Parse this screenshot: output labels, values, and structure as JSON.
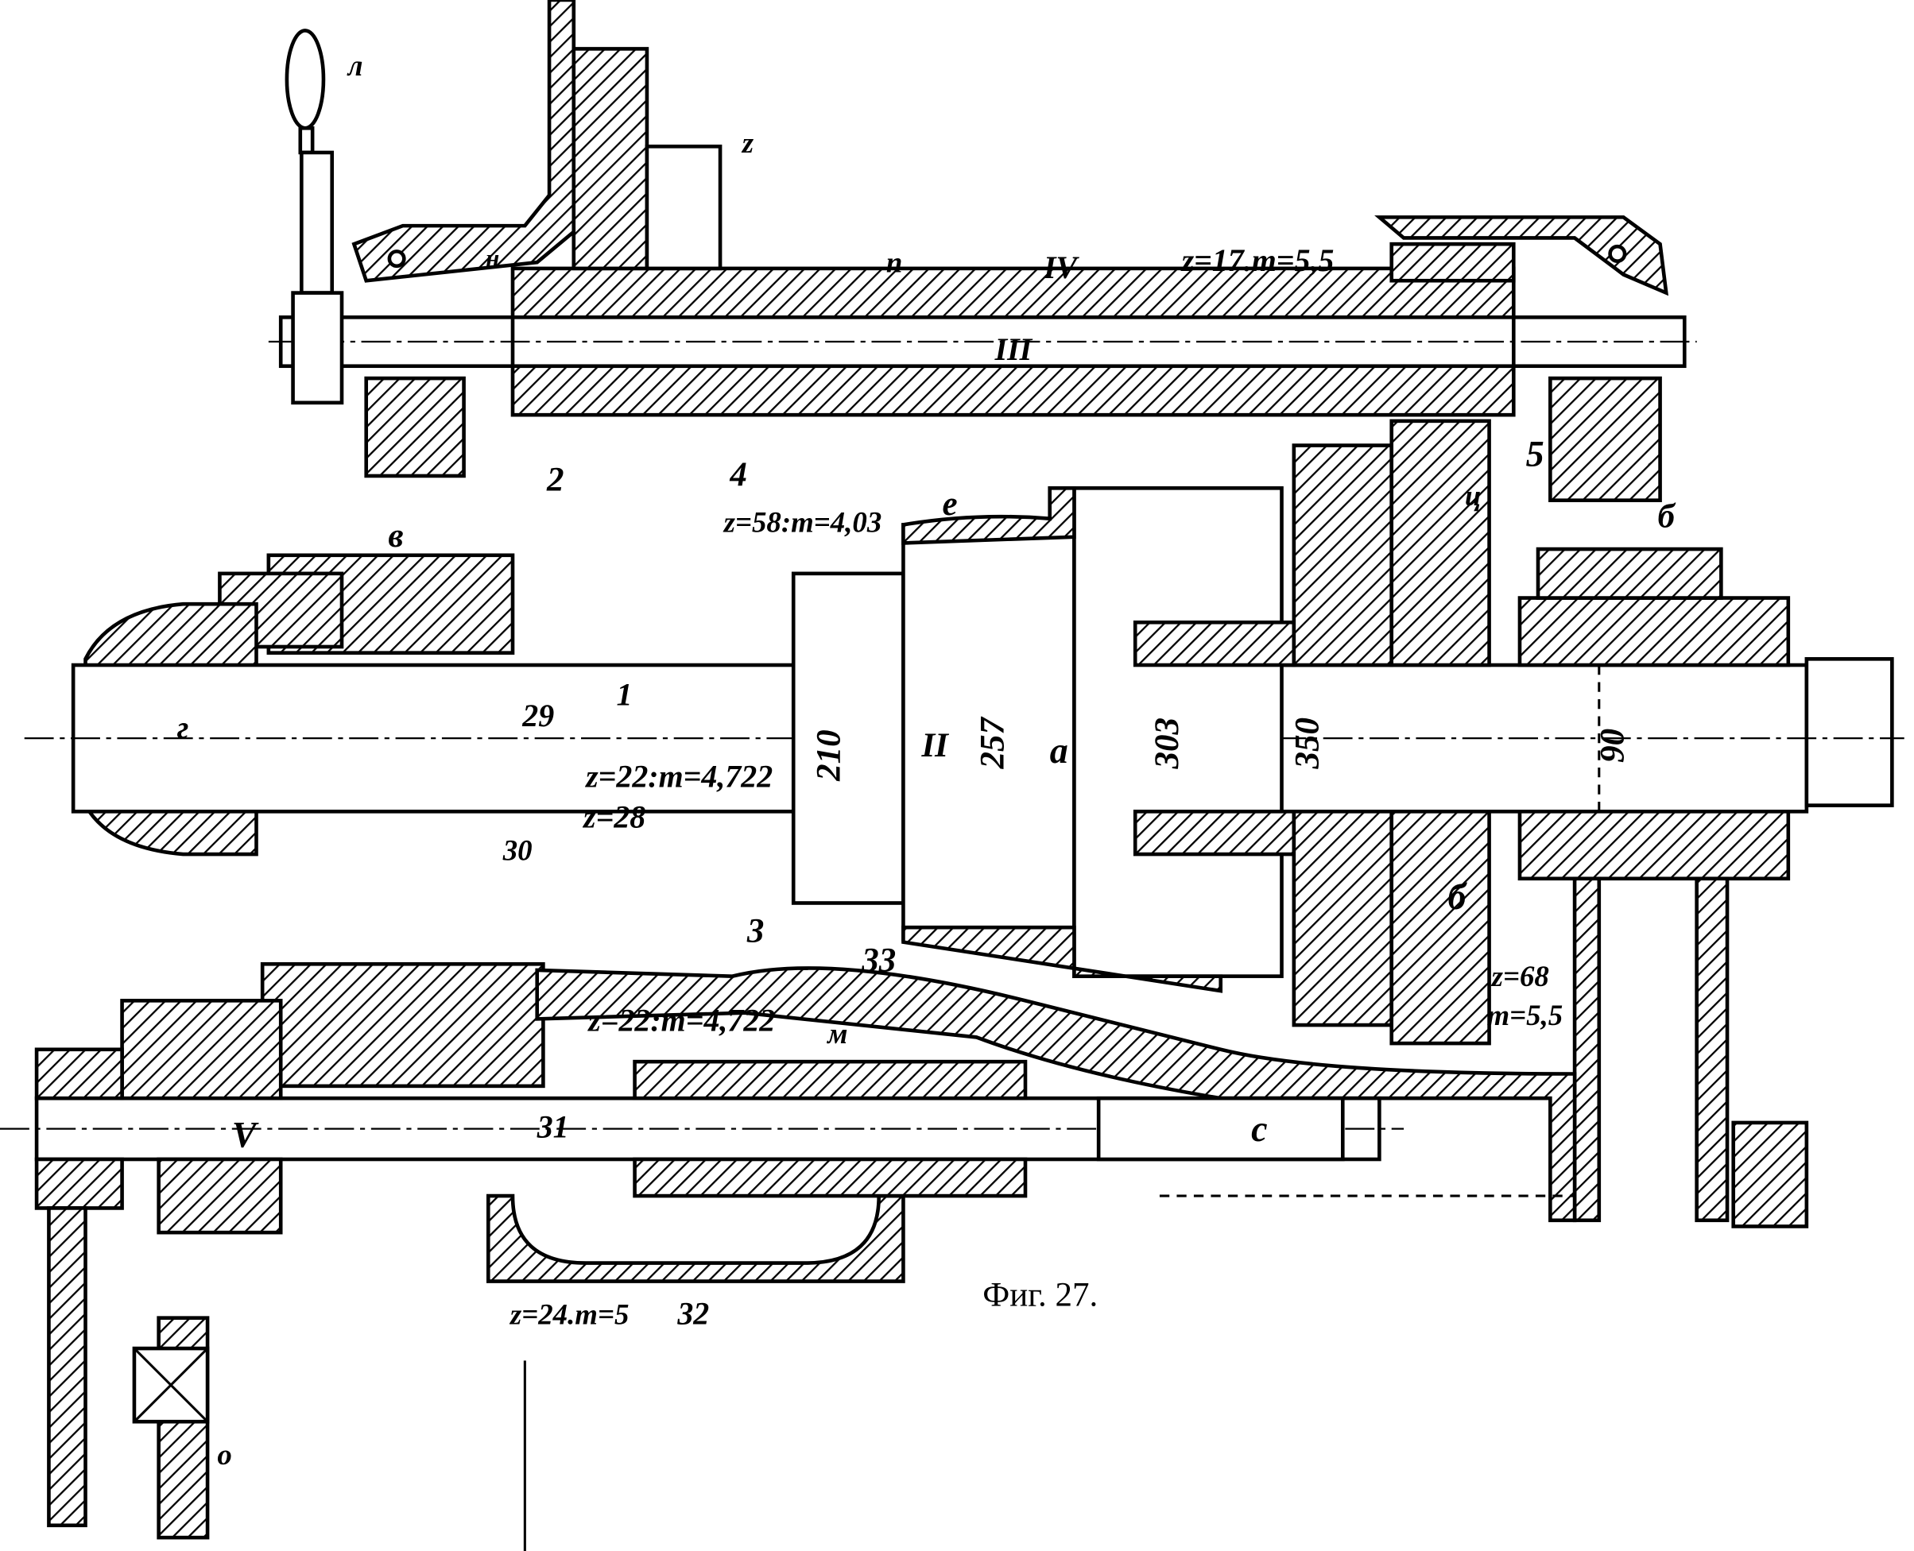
{
  "figure": {
    "caption": "Фиг. 27.",
    "colors": {
      "ink": "#000000",
      "paper": "#ffffff"
    }
  },
  "labels": {
    "handle": "л",
    "gear_top": "z",
    "n": "н",
    "p": "п",
    "shaft_iv": "IV",
    "z17": "z=17.m=5,5",
    "shaft_iii": "III",
    "num2": "2",
    "num4": "4",
    "num5": "5",
    "z58": "z=58:m=4,03",
    "e": "e",
    "ts": "ц",
    "b_right": "б",
    "v": "в",
    "num29": "29",
    "num1": "1",
    "g": "г",
    "z22_top": "z=22:m=4,722",
    "d210": "210",
    "shaft_ii": "II",
    "d257": "257",
    "a": "a",
    "d303": "303",
    "d350": "350",
    "d90": "90",
    "num30": "30",
    "z28": "z=28",
    "num3": "3",
    "b_lower": "б",
    "num33": "33",
    "z68": "z=68",
    "m55": "m=5,5",
    "z22_bottom": "z=22:m=4,722",
    "m": "м",
    "num31": "31",
    "shaft_v": "V",
    "c": "c",
    "z24": "z=24.m=5",
    "num32": "32",
    "o": "o"
  }
}
